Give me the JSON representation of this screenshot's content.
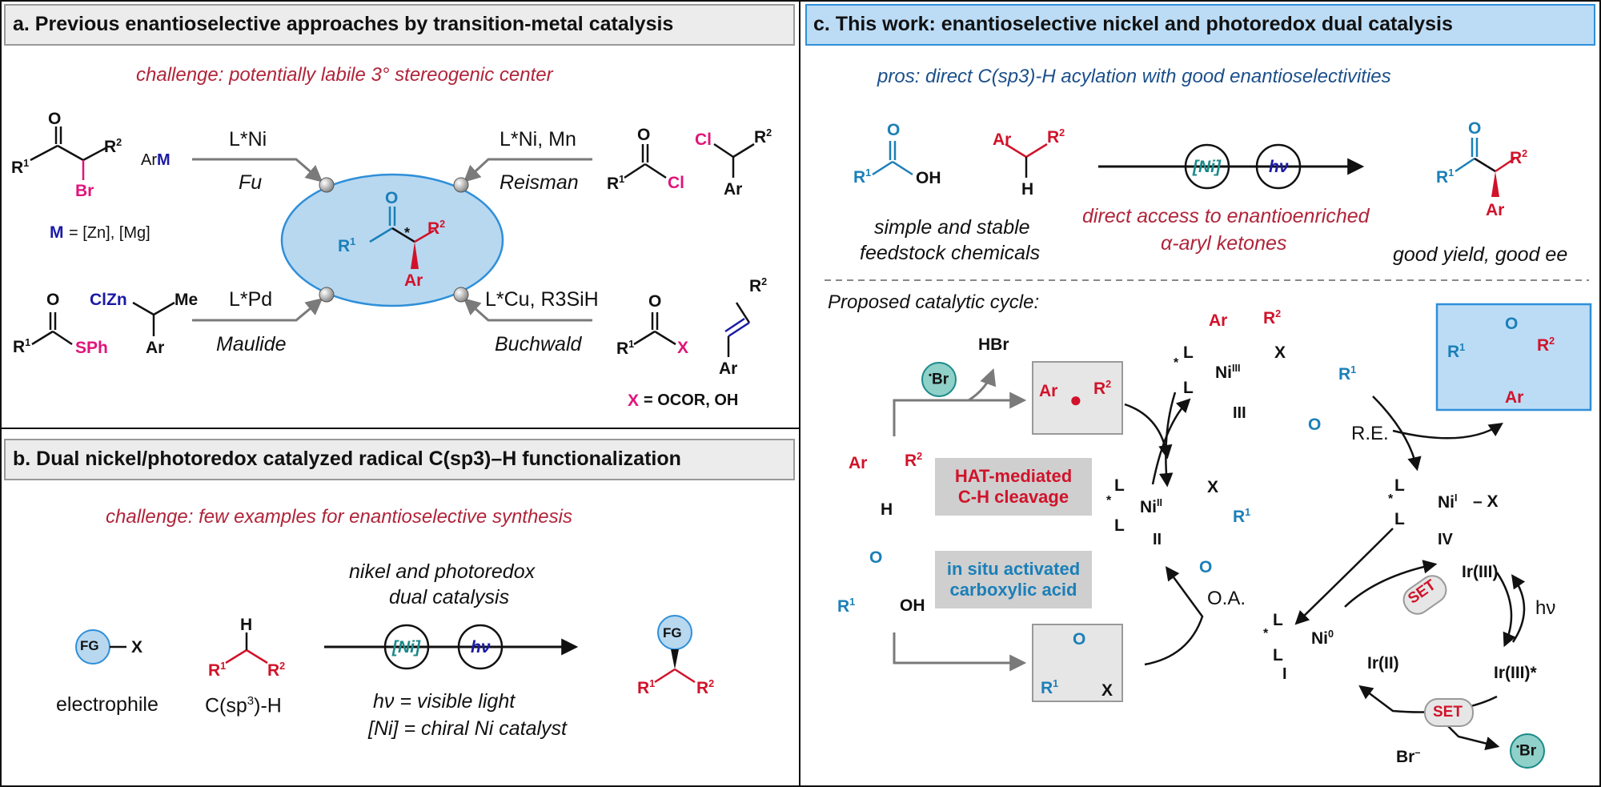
{
  "panel_a": {
    "header": "a. Previous enantioselective approaches by transition-metal catalysis",
    "challenge": "challenge: potentially labile 3° stereogenic center",
    "routes": [
      {
        "catalyst": "L*Ni",
        "author": "Fu"
      },
      {
        "catalyst": "L*Ni, Mn",
        "author": "Reisman"
      },
      {
        "catalyst": "L*Pd",
        "author": "Maulide"
      },
      {
        "catalyst": "L*Cu, R3SiH",
        "author": "Buchwald"
      }
    ],
    "m_note": "= [Zn], [Mg]",
    "x_note": "= OCOR, OH"
  },
  "panel_b": {
    "header": "b. Dual nickel/photoredox catalyzed radical C(sp3)–H functionalization",
    "challenge": "challenge: few examples for enantioselective synthesis",
    "conditions_line1": "nikel and photoredox",
    "conditions_line2": "dual catalysis",
    "light_note": "hν = visible light",
    "ni_note": "[Ni] = chiral Ni catalyst",
    "electrophile": "electrophile",
    "csp3": "C(sp3)-H"
  },
  "panel_c": {
    "header": "c. This work: enantioselective nickel and photoredox dual catalysis",
    "pros": "pros: direct C(sp3)-H acylation with good enantioselectivities",
    "feedstock_line1": "simple and stable",
    "feedstock_line2": "feedstock chemicals",
    "access_line1": "direct access to enantioenriched",
    "access_line2": "α-aryl ketones",
    "result": "good yield, good ee",
    "cycle_title": "Proposed catalytic cycle:",
    "hat_box": "HAT-mediated\nC-H cleavage",
    "acid_box": "in situ activated\ncarboxylic acid",
    "re": "R.E.",
    "oa": "O.A.",
    "set": "SET",
    "hv": "hν",
    "ni": "[Ni]",
    "species": [
      "I",
      "II",
      "III",
      "IV"
    ],
    "ir3": "Ir(III)",
    "ir3star": "Ir(III)*",
    "ir2": "Ir(II)",
    "hbr": "HBr",
    "br_minus": "Br"
  },
  "colors": {
    "red": "#d0132a",
    "blue": "#1b7fb8",
    "navy": "#1a1aa6",
    "pink": "#e0157a",
    "teal": "#1b8a8a",
    "ellipse": "#b8d8f0",
    "header_c": "#bcdcf6",
    "header_ab": "#ececec",
    "graybox": "#e6e6e6"
  }
}
